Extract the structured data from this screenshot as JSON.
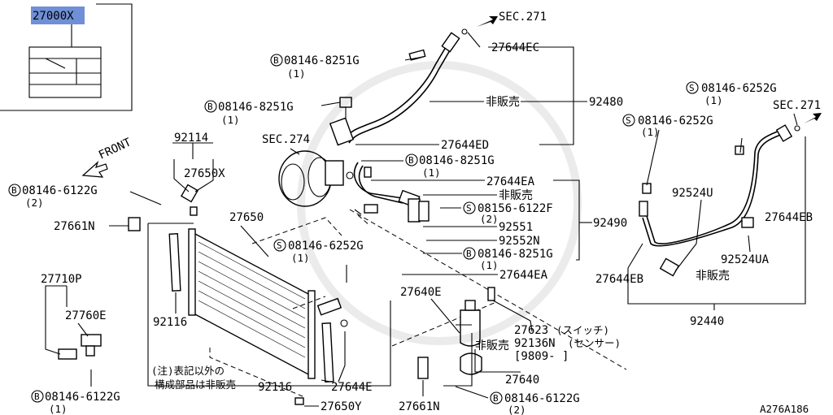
{
  "label_box": {
    "part_number": "27000",
    "suffix": "X"
  },
  "sec_refs": {
    "top": "SEC.271",
    "right": "SEC.271",
    "compressor": "SEC.274"
  },
  "front_label": "FRONT",
  "not_for_sale": "非販売",
  "callouts": {
    "b1": {
      "prefix": "B",
      "code": "08146-8251G",
      "qty": "(1)"
    },
    "b2": {
      "prefix": "B",
      "code": "08146-8251G",
      "qty": "(1)"
    },
    "b3": {
      "prefix": "B",
      "code": "08146-8251G",
      "qty": "(1)"
    },
    "b4": {
      "prefix": "B",
      "code": "08146-8251G",
      "qty": "(1)"
    },
    "b5": {
      "prefix": "B",
      "code": "08146-6122G",
      "qty": "(2)"
    },
    "b6": {
      "prefix": "B",
      "code": "08146-6122G",
      "qty": "(1)"
    },
    "b7": {
      "prefix": "B",
      "code": "08146-6122G",
      "qty": "(2)"
    },
    "s1": {
      "prefix": "S",
      "code": "08146-6252G",
      "qty": "(1)"
    },
    "s2": {
      "prefix": "S",
      "code": "08146-6252G",
      "qty": "(1)"
    },
    "s3": {
      "prefix": "S",
      "code": "08146-6252G",
      "qty": "(1)"
    },
    "s4": {
      "prefix": "S",
      "code": "08156-6122F",
      "qty": "(2)"
    }
  },
  "parts": {
    "p27644EC": "27644EC",
    "p92480": "92480",
    "p27644ED": "27644ED",
    "p27644EA_1": "27644EA",
    "p27644EA_2": "27644EA",
    "p92490": "92490",
    "p92551": "92551",
    "p92552N": "92552N",
    "p92114": "92114",
    "p27650X": "27650X",
    "p27661N_1": "27661N",
    "p27661N_2": "27661N",
    "p27650": "27650",
    "p92116_1": "92116",
    "p92116_2": "92116",
    "p27644E": "27644E",
    "p27650Y": "27650Y",
    "p27710P": "27710P",
    "p27760E": "27760E",
    "p27640E": "27640E",
    "p27640": "27640",
    "p27623": "27623",
    "p27623_note": "(スイッチ)",
    "p92136N": "92136N",
    "p92136N_note": "(センサー)",
    "date_range": "[9809-      ]",
    "p92524U": "92524U",
    "p92524UA": "92524UA",
    "p27644EB_1": "27644EB",
    "p27644EB_2": "27644EB",
    "p92440": "92440"
  },
  "note": {
    "line1": "(注)表記以外の",
    "line2": "構成部品は非販売"
  },
  "diagram_code": "A276A186"
}
